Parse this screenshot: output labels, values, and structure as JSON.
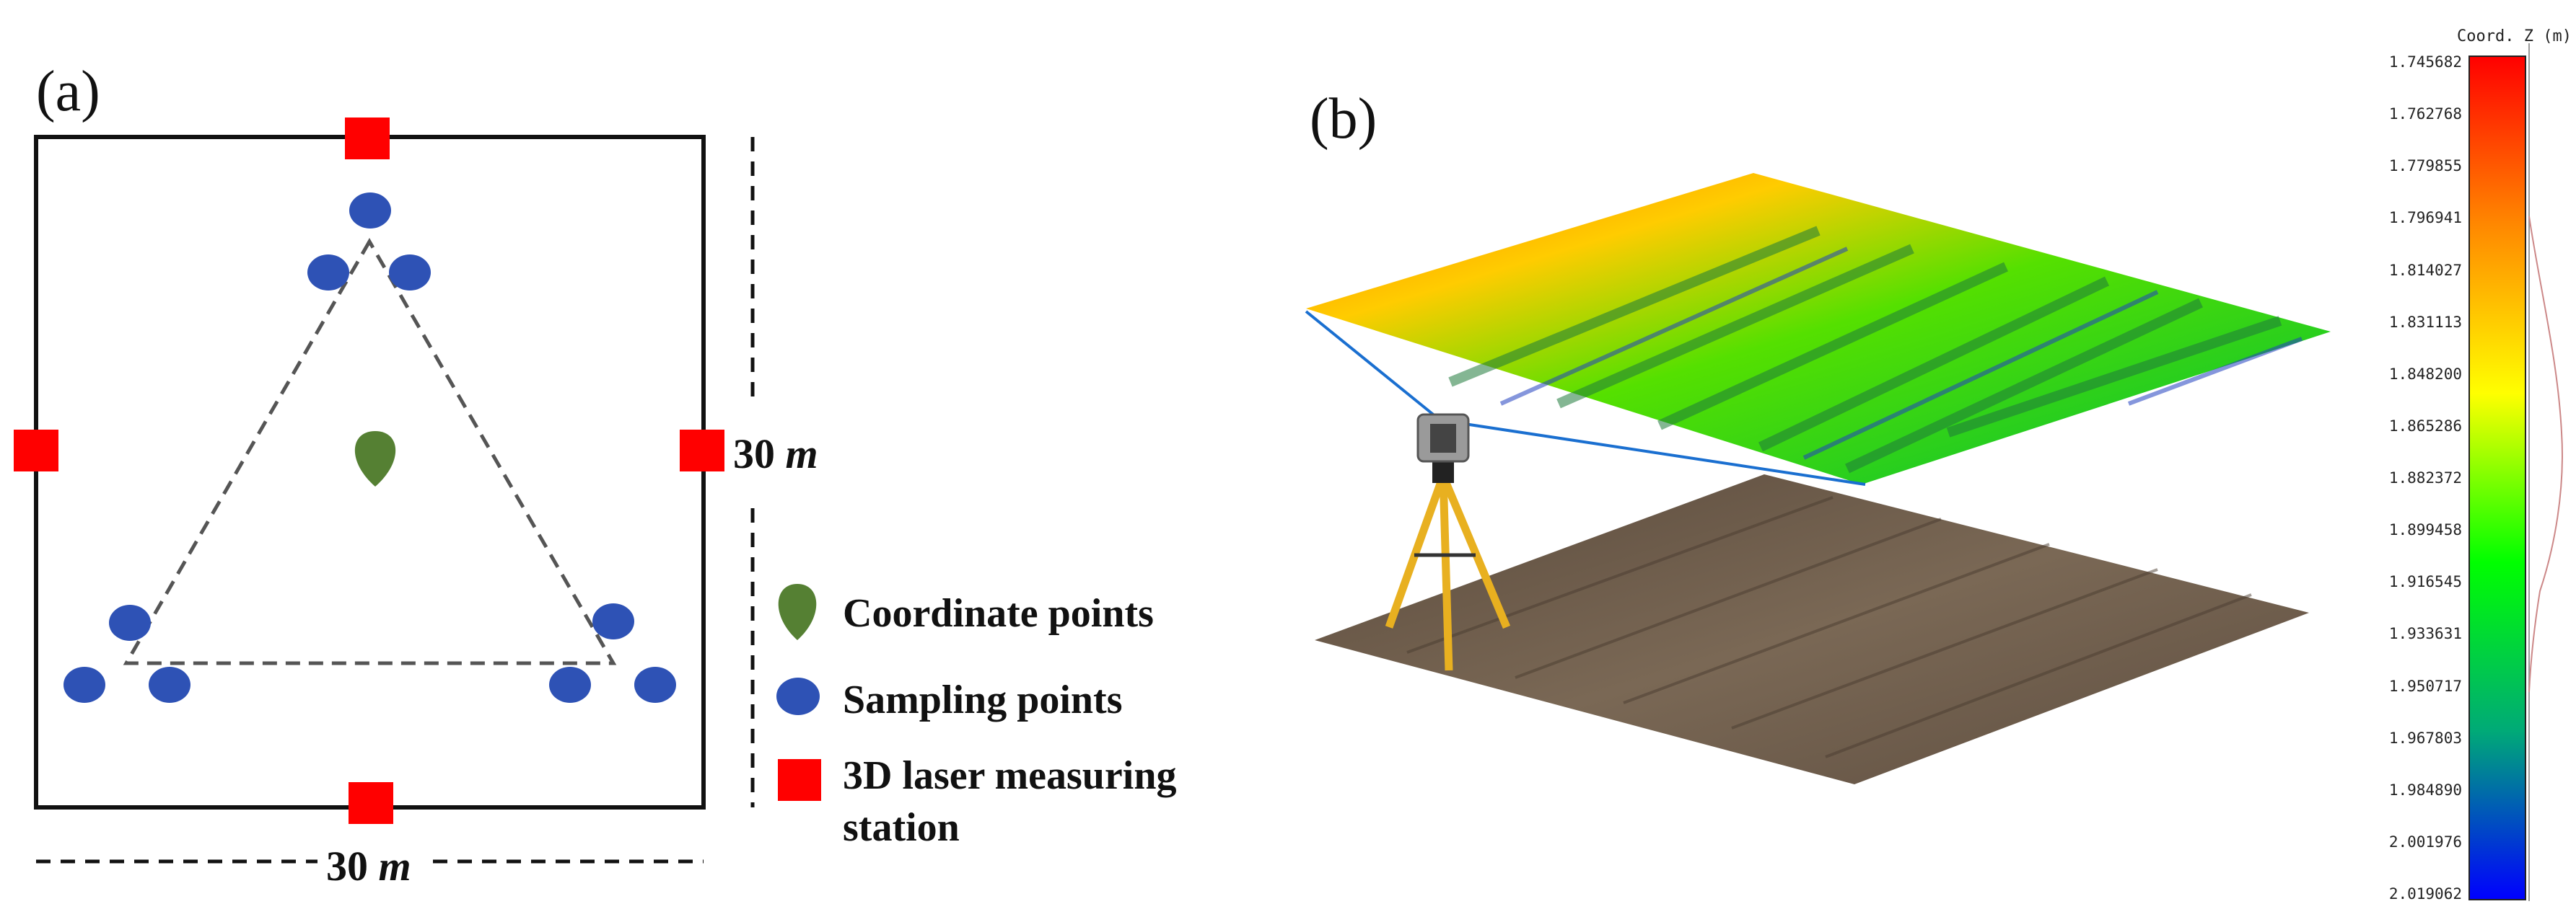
{
  "panel_a": {
    "label": "(a)",
    "dimension_right": "30",
    "dimension_bottom": "30",
    "dimension_unit": "m",
    "legend": [
      {
        "icon": "map-pin-icon",
        "text": "Coordinate points",
        "color": "#558033"
      },
      {
        "icon": "circle-icon",
        "text": "Sampling points",
        "color": "#2e52b5"
      },
      {
        "icon": "square-icon",
        "text": "3D laser measuring station",
        "color": "#ff0000"
      }
    ]
  },
  "panel_b": {
    "label": "(b)",
    "colorbar": {
      "title": "Coord. Z (m)",
      "ticks": [
        "1.745682",
        "1.762768",
        "1.779855",
        "1.796941",
        "1.814027",
        "1.831113",
        "1.848200",
        "1.865286",
        "1.882372",
        "1.899458",
        "1.916545",
        "1.933631",
        "1.950717",
        "1.967803",
        "1.984890",
        "2.001976",
        "2.019062"
      ],
      "gradient": [
        "#ff0000",
        "#ff8800",
        "#ffff00",
        "#00ff00",
        "#00aa66",
        "#0000ff"
      ]
    }
  },
  "colors": {
    "station": "#ff0000",
    "sampling": "#2e52b5",
    "coordinate": "#558033",
    "tripod": "#e8b020",
    "soil": "#6e5c4a",
    "scan_line": "#1a6fd0"
  }
}
